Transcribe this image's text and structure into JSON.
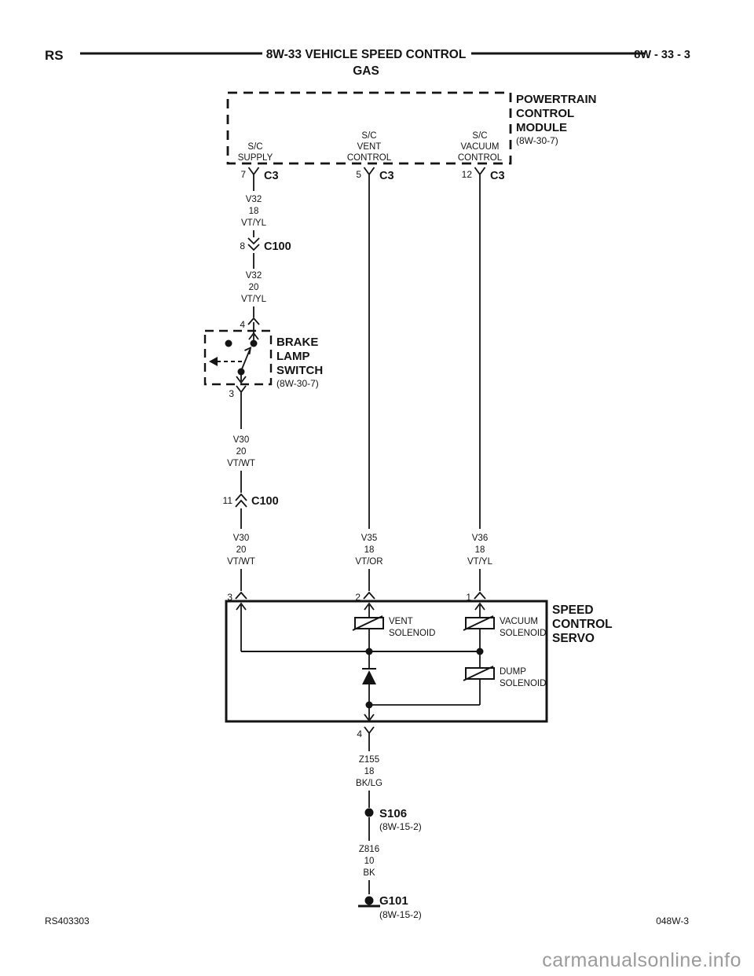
{
  "header": {
    "model_code": "RS",
    "title": "8W-33 VEHICLE SPEED CONTROL",
    "fuel": "GAS",
    "page_ref": "8W - 33 - 3"
  },
  "pcm": {
    "title_lines": [
      "POWERTRAIN",
      "CONTROL",
      "MODULE"
    ],
    "ref": "(8W-30-7)",
    "pins": [
      {
        "function_lines": [
          "S/C",
          "SUPPLY"
        ],
        "pin": "7",
        "connector": "C3"
      },
      {
        "function_lines": [
          "S/C",
          "VENT",
          "CONTROL"
        ],
        "pin": "5",
        "connector": "C3"
      },
      {
        "function_lines": [
          "S/C",
          "VACUUM",
          "CONTROL"
        ],
        "pin": "12",
        "connector": "C3"
      }
    ]
  },
  "inline_connectors": {
    "c100_top": {
      "pin": "8",
      "name": "C100"
    },
    "c100_bottom": {
      "pin": "11",
      "name": "C100"
    }
  },
  "brake_switch": {
    "title_lines": [
      "BRAKE",
      "LAMP",
      "SWITCH"
    ],
    "ref": "(8W-30-7)",
    "pin_in": "4",
    "pin_out": "3"
  },
  "servo": {
    "title_lines": [
      "SPEED",
      "CONTROL",
      "SERVO"
    ],
    "pin_in_left": "3",
    "pin_in_mid": "2",
    "pin_in_right": "1",
    "pin_out": "4",
    "vent_lines": [
      "VENT",
      "SOLENOID"
    ],
    "vacuum_lines": [
      "VACUUM",
      "SOLENOID"
    ],
    "dump_lines": [
      "DUMP",
      "SOLENOID"
    ]
  },
  "wires": {
    "v32_18": {
      "circuit": "V32",
      "gauge": "18",
      "color": "VT/YL"
    },
    "v32_20": {
      "circuit": "V32",
      "gauge": "20",
      "color": "VT/YL"
    },
    "v30_20_a": {
      "circuit": "V30",
      "gauge": "20",
      "color": "VT/WT"
    },
    "v30_20_b": {
      "circuit": "V30",
      "gauge": "20",
      "color": "VT/WT"
    },
    "v35_18": {
      "circuit": "V35",
      "gauge": "18",
      "color": "VT/OR"
    },
    "v36_18": {
      "circuit": "V36",
      "gauge": "18",
      "color": "VT/YL"
    },
    "z155_18": {
      "circuit": "Z155",
      "gauge": "18",
      "color": "BK/LG"
    },
    "z816_10": {
      "circuit": "Z816",
      "gauge": "10",
      "color": "BK"
    }
  },
  "splice": {
    "name": "S106",
    "ref": "(8W-15-2)"
  },
  "ground": {
    "name": "G101",
    "ref": "(8W-15-2)"
  },
  "footer": {
    "doc_number": "RS403303",
    "sheet_code": "048W-3",
    "watermark": "carmanualsonline.info"
  },
  "colors": {
    "line": "#141414",
    "watermark": "#9b9b9b",
    "background": "#ffffff"
  }
}
